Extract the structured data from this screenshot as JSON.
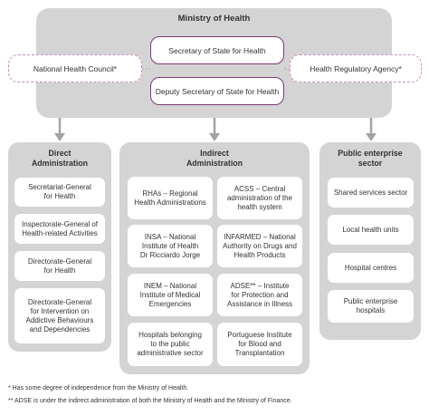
{
  "ministry": {
    "title": "Ministry of Health",
    "secretary": "Secretary of State for Health",
    "deputy": "Deputy Secretary of State for Health",
    "council": "National Health Council*",
    "regulatory": "Health Regulatory Agency*"
  },
  "columns": {
    "direct": {
      "title": [
        "Direct",
        "Administration"
      ],
      "items": [
        [
          "Secretariat-General",
          "for Health"
        ],
        [
          "Inspectorate-General of",
          "Health-related Activities"
        ],
        [
          "Directorate-General",
          "for Health"
        ],
        [
          "Directorate-General",
          "for Intervention on",
          "Addictive Behaviours",
          "and Dependencies"
        ]
      ]
    },
    "indirect": {
      "title": [
        "Indirect",
        "Administration"
      ],
      "items": [
        [
          "RHAs – Regional",
          "Health Administrations"
        ],
        [
          "ACSS – Central",
          "administration of the",
          "health system"
        ],
        [
          "INSA – National",
          "Institute of Health",
          "Dr Ricciardo Jorge"
        ],
        [
          "INFARMED – National",
          "Authority on Drugs and",
          "Health Products"
        ],
        [
          "INEM – National",
          "Institute of Medical",
          "Emergencies"
        ],
        [
          "ADSE** – Institute",
          "for Protection and",
          "Assistance in Illness"
        ],
        [
          "Hospitals belonging",
          "to the public",
          "administrative sector"
        ],
        [
          "Portuguese Institute",
          "for Blood and",
          "Transplantation"
        ]
      ]
    },
    "public": {
      "title": [
        "Public enterprise",
        "sector"
      ],
      "items": [
        [
          "Shared services sector"
        ],
        [
          "Local health units"
        ],
        [
          "Hospital centres"
        ],
        [
          "Public enterprise",
          "hospitals"
        ]
      ]
    }
  },
  "footnotes": [
    "* Has some degree of independence from the Ministry of Health.",
    "** ADSE is under the indirect administration of both the Ministry of Health and the Ministry of Finance."
  ],
  "colors": {
    "panel": "#d4d4d4",
    "accent": "#7d3a77",
    "dashed": "#c98cc2",
    "arrow": "#a3a3a3"
  }
}
